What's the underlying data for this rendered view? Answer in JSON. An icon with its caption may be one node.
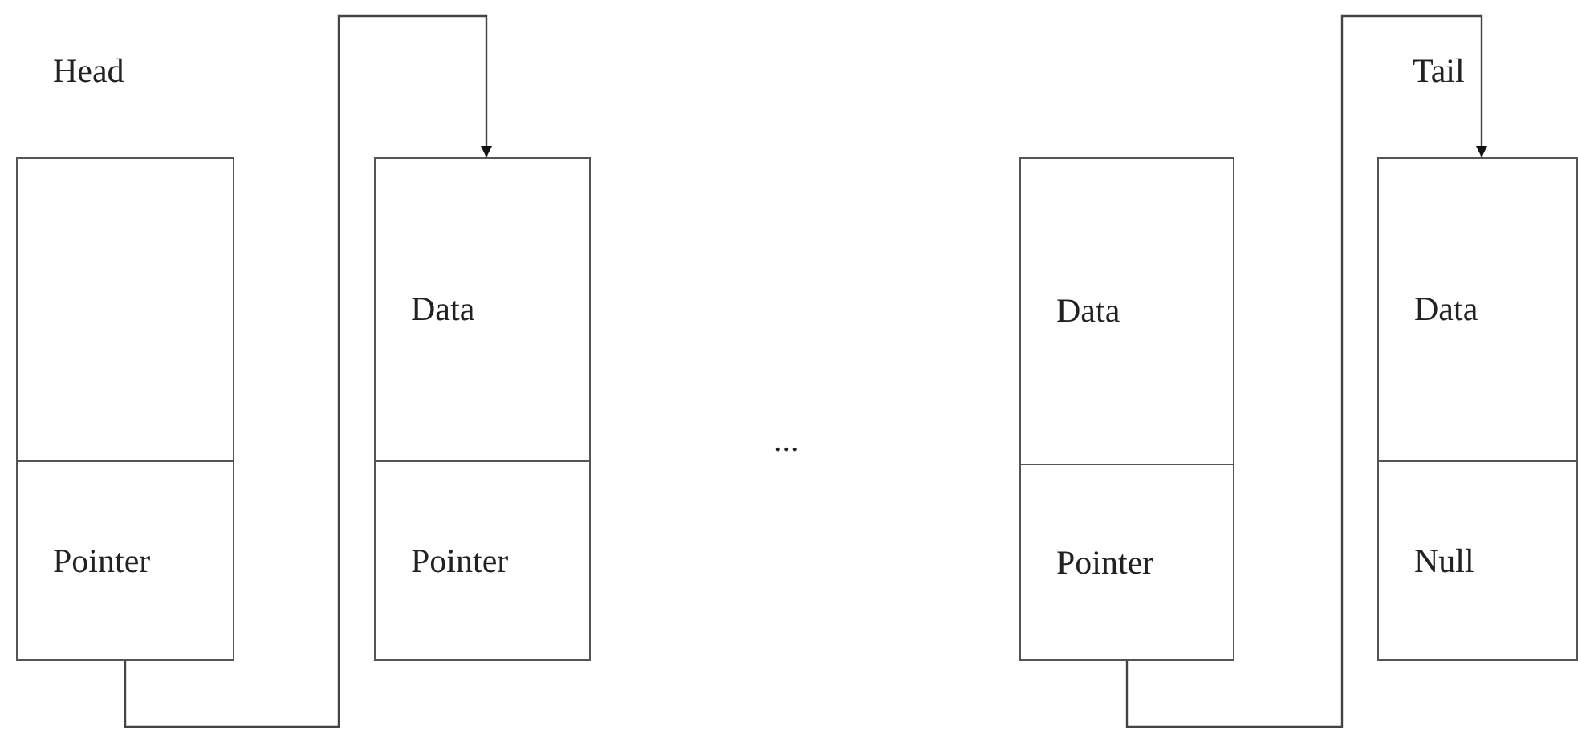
{
  "diagram": {
    "nodes": [
      {
        "text": [],
        "shape": "box"
      },
      {
        "text": [
          "Pointer"
        ]
      },
      {
        "text": [
          "Data"
        ]
      },
      {
        "text": [
          "Pointer"
        ]
      },
      {
        "text": [
          "Data"
        ]
      },
      {
        "text": [
          "Pointer"
        ]
      },
      {
        "text": [
          "Data"
        ]
      },
      {
        "text": [
          "Null"
        ]
      }
    ],
    "edges": [
      {
        "from": 1,
        "to": 2,
        "arrow": "to"
      },
      {
        "from": 5,
        "to": 6,
        "arrow": "to"
      }
    ],
    "labels": [
      "Head",
      "Tail",
      "..."
    ]
  }
}
